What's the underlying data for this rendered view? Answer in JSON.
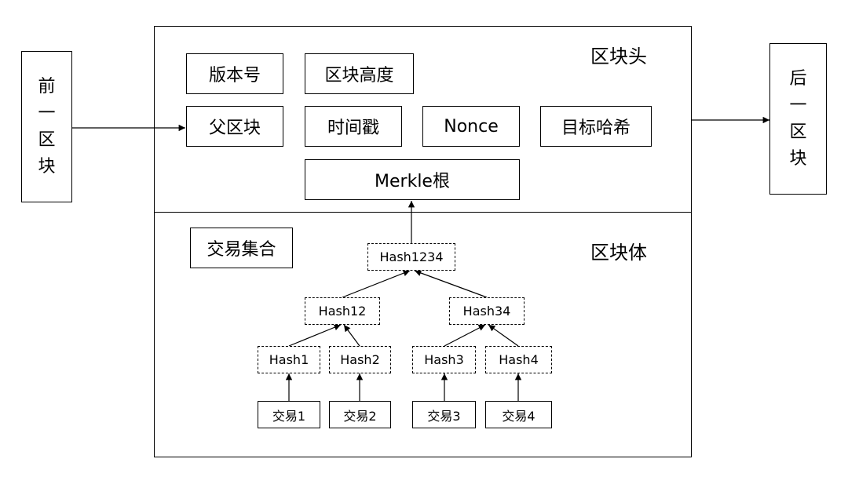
{
  "prev_block": {
    "chars": [
      "前",
      "一",
      "区",
      "块"
    ]
  },
  "next_block": {
    "chars": [
      "后",
      "一",
      "区",
      "块"
    ]
  },
  "header": {
    "label": "区块头",
    "version": "版本号",
    "height": "区块高度",
    "parent": "父区块",
    "timestamp": "时间戳",
    "nonce": "Nonce",
    "target_hash": "目标哈希",
    "merkle_root": "Merkle根"
  },
  "body": {
    "label": "区块体",
    "tx_set": "交易集合",
    "hash1234": "Hash1234",
    "hash12": "Hash12",
    "hash34": "Hash34",
    "hash1": "Hash1",
    "hash2": "Hash2",
    "hash3": "Hash3",
    "hash4": "Hash4",
    "tx1": "交易1",
    "tx2": "交易2",
    "tx3": "交易3",
    "tx4": "交易4"
  }
}
